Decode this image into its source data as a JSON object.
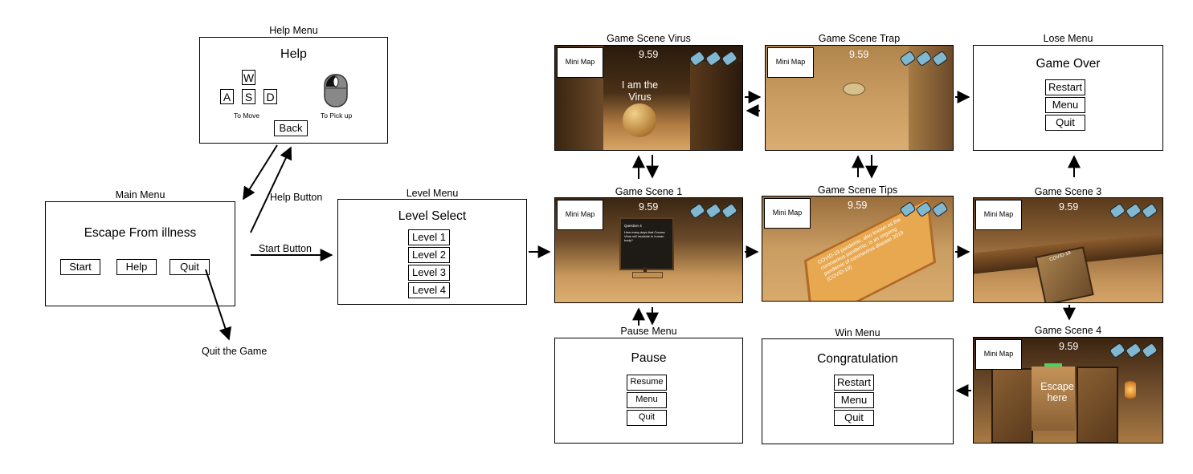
{
  "help_menu": {
    "caption": "Help Menu",
    "title": "Help",
    "keys": [
      "W",
      "A",
      "S",
      "D"
    ],
    "move_label": "To Move",
    "pickup_label": "To Pick up",
    "back_button": "Back"
  },
  "main_menu": {
    "caption": "Main Menu",
    "title": "Escape From illness",
    "start_button": "Start",
    "help_button": "Help",
    "quit_button": "Quit"
  },
  "level_menu": {
    "caption": "Level Menu",
    "title": "Level Select",
    "levels": [
      "Level 1",
      "Level 2",
      "Level 3",
      "Level 4"
    ]
  },
  "edge_labels": {
    "help_button": "Help Button",
    "start_button": "Start Button",
    "quit_game": "Quit the Game"
  },
  "hud": {
    "minimap": "Mini Map",
    "timer": "9.59"
  },
  "scenes": {
    "virus": {
      "caption": "Game Scene Virus",
      "overlay": "I am the Virus"
    },
    "trap": {
      "caption": "Game Scene Trap"
    },
    "scene1": {
      "caption": "Game Scene 1",
      "question": "Question 4",
      "question_body": "How many days that Corona Virus will incubate in human body?"
    },
    "tips": {
      "caption": "Game Scene Tips",
      "overlay": "COVID-19 pandemic, also known as the coronavirus pandemic, is an ongoing pandemic of coronavirus disease 2019 (COVID-19)"
    },
    "scene3": {
      "caption": "Game Scene 3",
      "crate_text": "COVID-19"
    },
    "scene4": {
      "caption": "Game Scene 4",
      "overlay": "Escape here"
    }
  },
  "lose_menu": {
    "caption": "Lose Menu",
    "title": "Game Over",
    "buttons": [
      "Restart",
      "Menu",
      "Quit"
    ]
  },
  "pause_menu": {
    "caption": "Pause Menu",
    "title": "Pause",
    "buttons": [
      "Resume",
      "Menu",
      "Quit"
    ]
  },
  "win_menu": {
    "caption": "Win Menu",
    "title": "Congratulation",
    "buttons": [
      "Restart",
      "Menu",
      "Quit"
    ]
  },
  "colors": {
    "floor": "#c8965a",
    "wall": "#6b4a2a",
    "mask": "#7fb8d0",
    "board": "#e8a850"
  }
}
